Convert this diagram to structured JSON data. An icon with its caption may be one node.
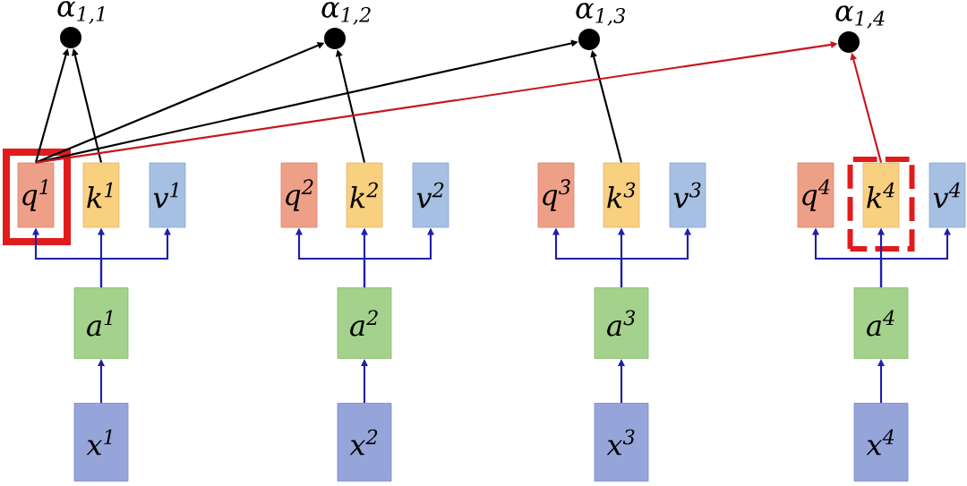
{
  "diagram": {
    "nodes": [
      {
        "text": [],
        "shape": "circle",
        "beside": [
          "α$_{1,1}$"
        ]
      },
      {
        "text": [],
        "shape": "circle",
        "beside": [
          "α$_{1,2}$"
        ]
      },
      {
        "text": [],
        "shape": "circle",
        "beside": [
          "α$_{1,3}$"
        ]
      },
      {
        "text": [],
        "shape": "circle",
        "beside": [
          "α$_{1,4}$"
        ]
      },
      {
        "text": [],
        "shape": "box"
      },
      {
        "text": [
          "q$^{1}$"
        ],
        "in": 4
      },
      {
        "text": [
          "k$^{1}$"
        ]
      },
      {
        "text": [
          "v$^{1}$"
        ]
      },
      {
        "text": [
          "q$^{2}$"
        ]
      },
      {
        "text": [
          "k$^{2}$"
        ]
      },
      {
        "text": [
          "v$^{2}$"
        ]
      },
      {
        "text": [
          "q$^{3}$"
        ]
      },
      {
        "text": [
          "k$^{3}$"
        ]
      },
      {
        "text": [
          "v$^{3}$"
        ]
      },
      {
        "text": [
          "q$^{4}$"
        ]
      },
      {
        "text": [],
        "shape": "box"
      },
      {
        "text": [
          "k$^{4}$"
        ],
        "in": 15
      },
      {
        "text": [
          "v$^{4}$"
        ]
      },
      {
        "text": [
          "a$^{1}$"
        ]
      },
      {
        "text": [
          "a$^{2}$"
        ]
      },
      {
        "text": [
          "a$^{3}$"
        ]
      },
      {
        "text": [
          "a$^{4}$"
        ]
      },
      {
        "text": [
          "x$^{1}$"
        ]
      },
      {
        "text": [
          "x$^{2}$"
        ]
      },
      {
        "text": [
          "x$^{3}$"
        ]
      },
      {
        "text": [
          "x$^{4}$"
        ]
      }
    ],
    "edges": [
      {
        "from": 22,
        "to": 18,
        "arrow": "to"
      },
      {
        "from": 23,
        "to": 19,
        "arrow": "to"
      },
      {
        "from": 24,
        "to": 20,
        "arrow": "to"
      },
      {
        "from": 25,
        "to": 21,
        "arrow": "to"
      },
      {
        "from": 18,
        "to": 5,
        "arrow": "to"
      },
      {
        "from": 18,
        "to": 6,
        "arrow": "to"
      },
      {
        "from": 18,
        "to": 7,
        "arrow": "to"
      },
      {
        "from": 19,
        "to": 8,
        "arrow": "to"
      },
      {
        "from": 19,
        "to": 9,
        "arrow": "to"
      },
      {
        "from": 19,
        "to": 10,
        "arrow": "to"
      },
      {
        "from": 20,
        "to": 11,
        "arrow": "to"
      },
      {
        "from": 20,
        "to": 12,
        "arrow": "to"
      },
      {
        "from": 20,
        "to": 13,
        "arrow": "to"
      },
      {
        "from": 21,
        "to": 14,
        "arrow": "to"
      },
      {
        "from": 21,
        "to": 16,
        "arrow": "to"
      },
      {
        "from": 21,
        "to": 17,
        "arrow": "to"
      },
      {
        "from": 5,
        "to": 0,
        "arrow": "to",
        "color": "#000000"
      },
      {
        "from": 6,
        "to": 0,
        "arrow": "to",
        "color": "#000000"
      },
      {
        "from": 5,
        "to": 1,
        "arrow": "to",
        "color": "#000000"
      },
      {
        "from": 9,
        "to": 1,
        "arrow": "to",
        "color": "#000000"
      },
      {
        "from": 5,
        "to": 2,
        "arrow": "to",
        "color": "#000000"
      },
      {
        "from": 12,
        "to": 2,
        "arrow": "to",
        "color": "#000000"
      },
      {
        "from": 5,
        "to": 3,
        "arrow": "to",
        "color": "#c8161e"
      },
      {
        "from": 16,
        "to": 3,
        "arrow": "to",
        "color": "#c8161e"
      }
    ]
  }
}
